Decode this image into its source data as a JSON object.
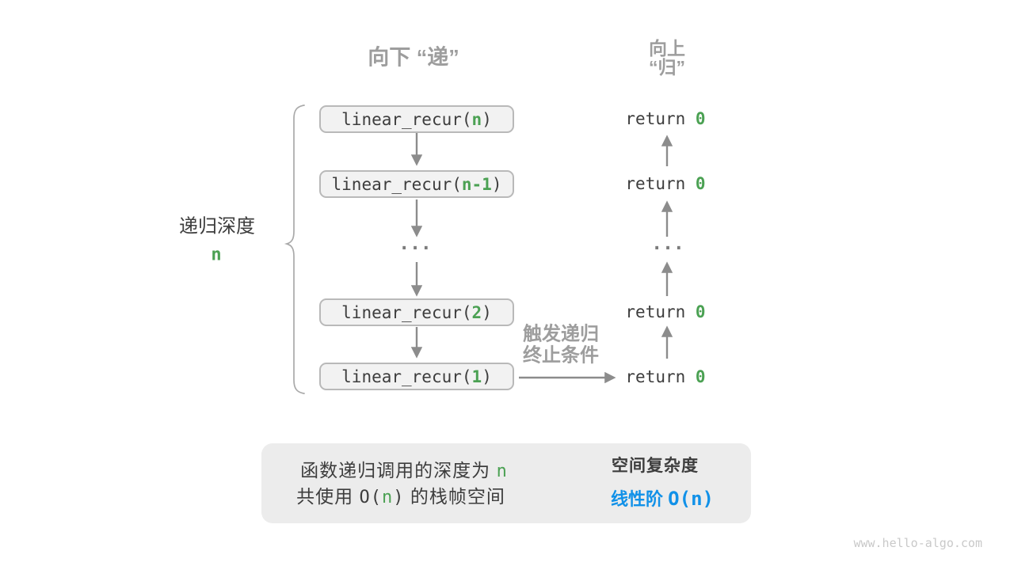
{
  "colors": {
    "background": "#ffffff",
    "green_accent": "#4ba153",
    "blue_accent": "#1191e8",
    "gray_label": "#9d9d9d",
    "dark_text": "#3d3d3d",
    "arrow_gray": "#8c8c8c",
    "box_fill": "#f2f2f2",
    "box_border": "#b9b9b9",
    "panel_bg": "#ececec",
    "block_arrow": "#c6c6c6"
  },
  "headers": {
    "down": "向下 “递”",
    "up_line1": "向上",
    "up_line2": "“归”"
  },
  "depth": {
    "label": "递归深度",
    "var": "n"
  },
  "calls": [
    {
      "pre": "linear_recur(",
      "arg": "n",
      "post": ")"
    },
    {
      "pre": "linear_recur(",
      "arg": "n-1",
      "post": ")"
    },
    {
      "pre": "linear_recur(",
      "arg": "2",
      "post": ")"
    },
    {
      "pre": "linear_recur(",
      "arg": "1",
      "post": ")"
    }
  ],
  "ellipsis": "...",
  "returns": [
    {
      "pre": "return ",
      "val": "0"
    },
    {
      "pre": "return ",
      "val": "0"
    },
    {
      "pre": "return ",
      "val": "0"
    },
    {
      "pre": "return ",
      "val": "0"
    }
  ],
  "trigger": {
    "line1": "触发递归",
    "line2": "终止条件"
  },
  "summary": {
    "line1_pre": "函数递归调用的深度为 ",
    "line1_var": "n",
    "line2_pre": "共使用 ",
    "line2_code_pre": "O(",
    "line2_code_var": "n",
    "line2_code_post": ")",
    "line2_post": " 的栈帧空间",
    "right_title": "空间复杂度",
    "right_pre": "线性阶 ",
    "right_code": "O(n)"
  },
  "watermark": "www.hello-algo.com"
}
